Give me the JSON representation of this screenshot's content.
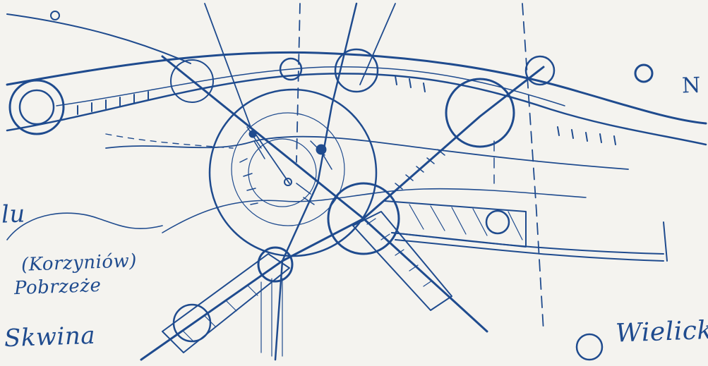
{
  "sketch": {
    "ink_color": "#1f4b8e",
    "paper_color": "#f4f3ef",
    "labels": {
      "left_top": "lu",
      "paren": "(Korzyniów)",
      "mid": "Pobrzeże",
      "bottom_left": "Skwina",
      "bottom_right": "Wielicki",
      "top_right": "N"
    }
  }
}
